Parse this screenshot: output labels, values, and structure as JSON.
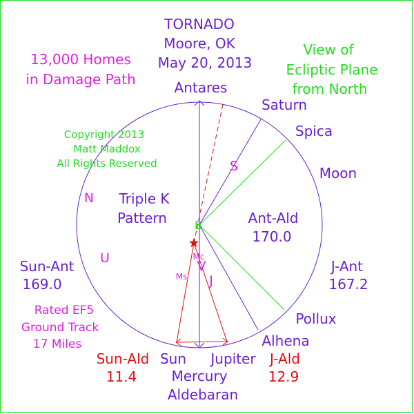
{
  "colors": {
    "purple": "#6a1fd1",
    "magenta": "#e020e0",
    "green": "#22dd22",
    "red": "#e01010",
    "frame": "#22dd22"
  },
  "header": {
    "title_lines": [
      "TORNADO",
      "Moore, OK",
      "May 20, 2013"
    ],
    "homes_lines": [
      "13,000 Homes",
      "in Damage Path"
    ],
    "view_lines": [
      "View of",
      "Ecliptic Plane",
      "from North"
    ],
    "copyright_lines": [
      "Copyright 2013",
      "Matt Maddox",
      "All Rights Reserved"
    ]
  },
  "labels": {
    "antares": "Antares",
    "saturn": "Saturn",
    "spica": "Spica",
    "moon": "Moon",
    "pollux": "Pollux",
    "alhena": "Alhena",
    "sun": "Sun",
    "mercury": "Mercury",
    "aldebaran": "Aldebaran",
    "jupiter": "Jupiter",
    "triple_k_lines": [
      "Triple K",
      "Pattern"
    ],
    "ant_ald_name": "Ant-Ald",
    "ant_ald_value": "170.0",
    "sun_ant_name": "Sun-Ant",
    "sun_ant_value": "169.0",
    "j_ant_name": "J-Ant",
    "j_ant_value": "167.2",
    "sun_ald_name": "Sun-Ald",
    "sun_ald_value": "11.4",
    "j_ald_name": "J-Ald",
    "j_ald_value": "12.9",
    "rated_lines": [
      "Rated EF5",
      "Ground Track",
      "17 Miles"
    ]
  },
  "planet_letters": {
    "saturn": "S",
    "neptune": "N",
    "uranus": "U",
    "venus": "V",
    "jupiter": "J",
    "mercury": "Mc",
    "mars": "Ms",
    "earth": "E"
  }
}
